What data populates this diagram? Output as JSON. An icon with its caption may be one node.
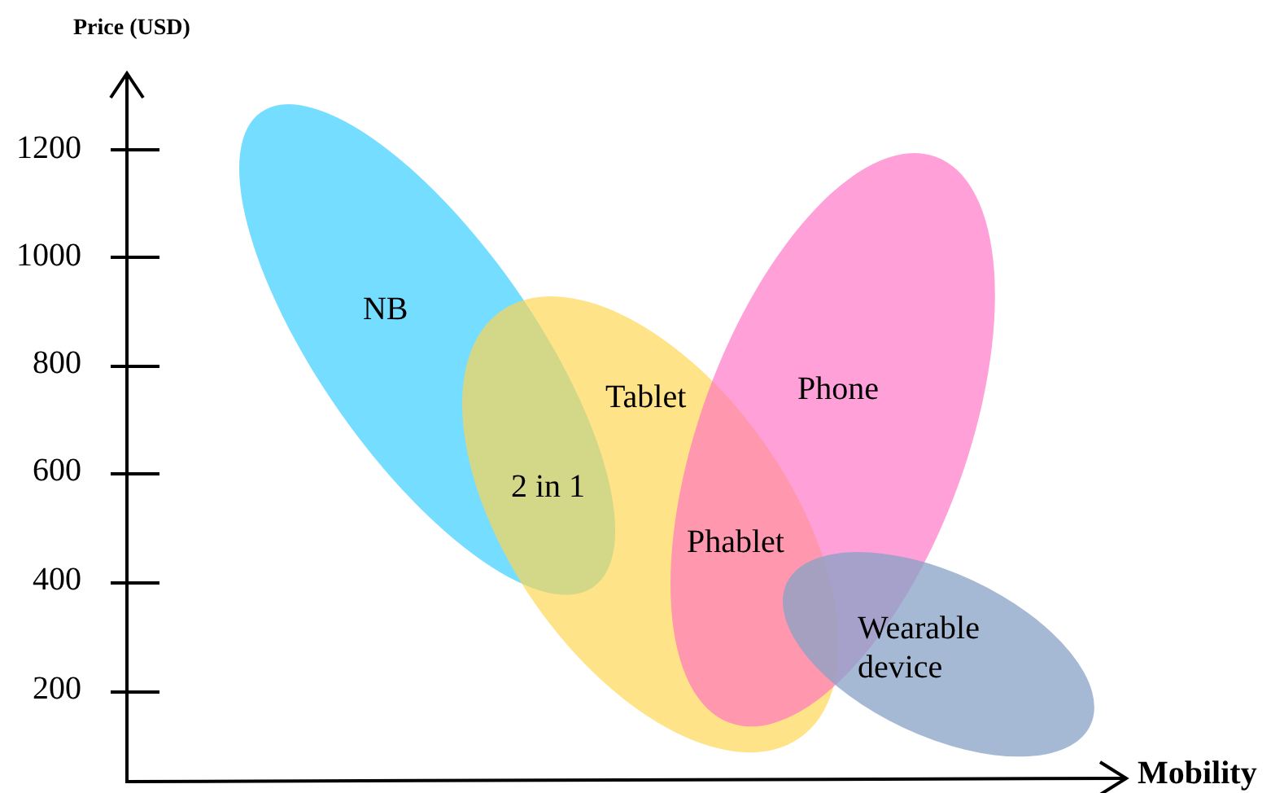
{
  "diagram": {
    "nodes": [
      {
        "text": [
          "NB"
        ]
      },
      {
        "text": [
          "Tablet"
        ]
      },
      {
        "text": [
          "Phone"
        ]
      },
      {
        "text": [
          "Wearable device"
        ]
      }
    ],
    "labels": [
      "Price (USD)",
      "1200",
      "1000",
      "800",
      "600",
      "400",
      "200",
      "2 in 1",
      "Phablet",
      "Mobility"
    ]
  }
}
